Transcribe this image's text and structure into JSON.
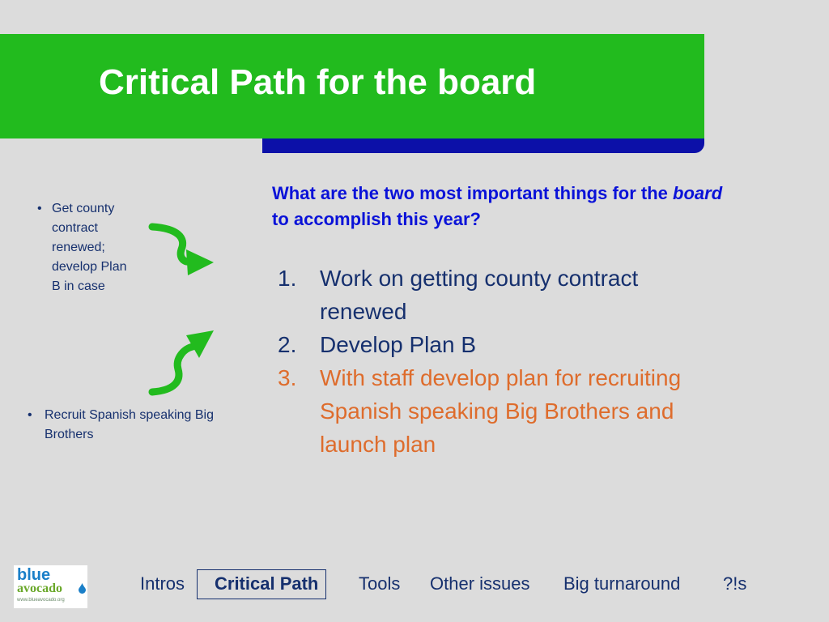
{
  "slide": {
    "title": "Critical Path for the board",
    "left_bullets": [
      "Get county contract renewed; develop Plan B in case",
      "Recruit Spanish speaking Big Brothers"
    ],
    "bullet_symbol": "•",
    "question": {
      "part1": "What are the two most important things for the",
      "emphasis": "board",
      "part2": "to accomplish this year?"
    },
    "numbered_items": [
      {
        "num": "1.",
        "text": "Work on getting county contract renewed"
      },
      {
        "num": "2.",
        "text": "Develop Plan B"
      },
      {
        "num": "3.",
        "text": "With staff develop plan for recruiting Spanish speaking Big Brothers and launch plan"
      }
    ]
  },
  "logo": {
    "word1": "blue",
    "word2": "avocado",
    "url": "www.blueavocado.org"
  },
  "nav": {
    "items": [
      "Intros",
      "Critical Path",
      "Tools",
      "Other issues",
      "Big turnaround",
      "?!s"
    ],
    "active": "Critical Path"
  },
  "colors": {
    "header_green": "#22bb1e",
    "header_blue": "#0c10a8",
    "question_blue": "#0a12d8",
    "body_navy": "#16306e",
    "highlight_orange": "#de6c2c",
    "arrow_green": "#22bb1e"
  },
  "icons": {
    "arrow_top": "curved-arrow-down-right-icon",
    "arrow_bottom": "curved-arrow-up-right-icon",
    "logo_drop": "water-drop-icon"
  }
}
